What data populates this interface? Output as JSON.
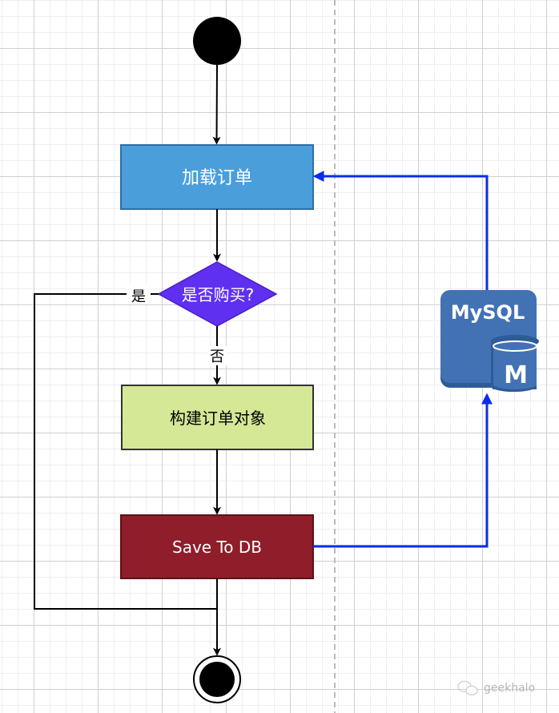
{
  "diagram": {
    "type": "activity-flowchart",
    "nodes": {
      "start": {
        "kind": "initial-state"
      },
      "load_order": {
        "label": "加载订单",
        "fill": "#4a9fdb",
        "stroke": "#2f6ea8",
        "text_color": "#ffffff"
      },
      "decision": {
        "label": "是否购买?",
        "fill": "#6030f0",
        "stroke": "#4a1fc8",
        "text_color": "#ffffff"
      },
      "build_order": {
        "label": "构建订单对象",
        "fill": "#d5e896",
        "stroke": "#333333",
        "text_color": "#000000"
      },
      "save_db": {
        "label": "Save To DB",
        "fill": "#8f1d2a",
        "stroke": "#5e1218",
        "text_color": "#ffffff"
      },
      "mysql": {
        "title": "MySQL",
        "badge": "M",
        "fill": "#4272b4",
        "shadow": "#2d5b97"
      },
      "end": {
        "kind": "final-state"
      }
    },
    "edges": {
      "yes_label": "是",
      "no_label": "否"
    },
    "colors": {
      "flow": "#000000",
      "db_flow": "#0a2cf0",
      "divider": "#bbbbbb"
    }
  },
  "watermark": {
    "text": "geekhalo",
    "icon": "wechat-icon"
  }
}
